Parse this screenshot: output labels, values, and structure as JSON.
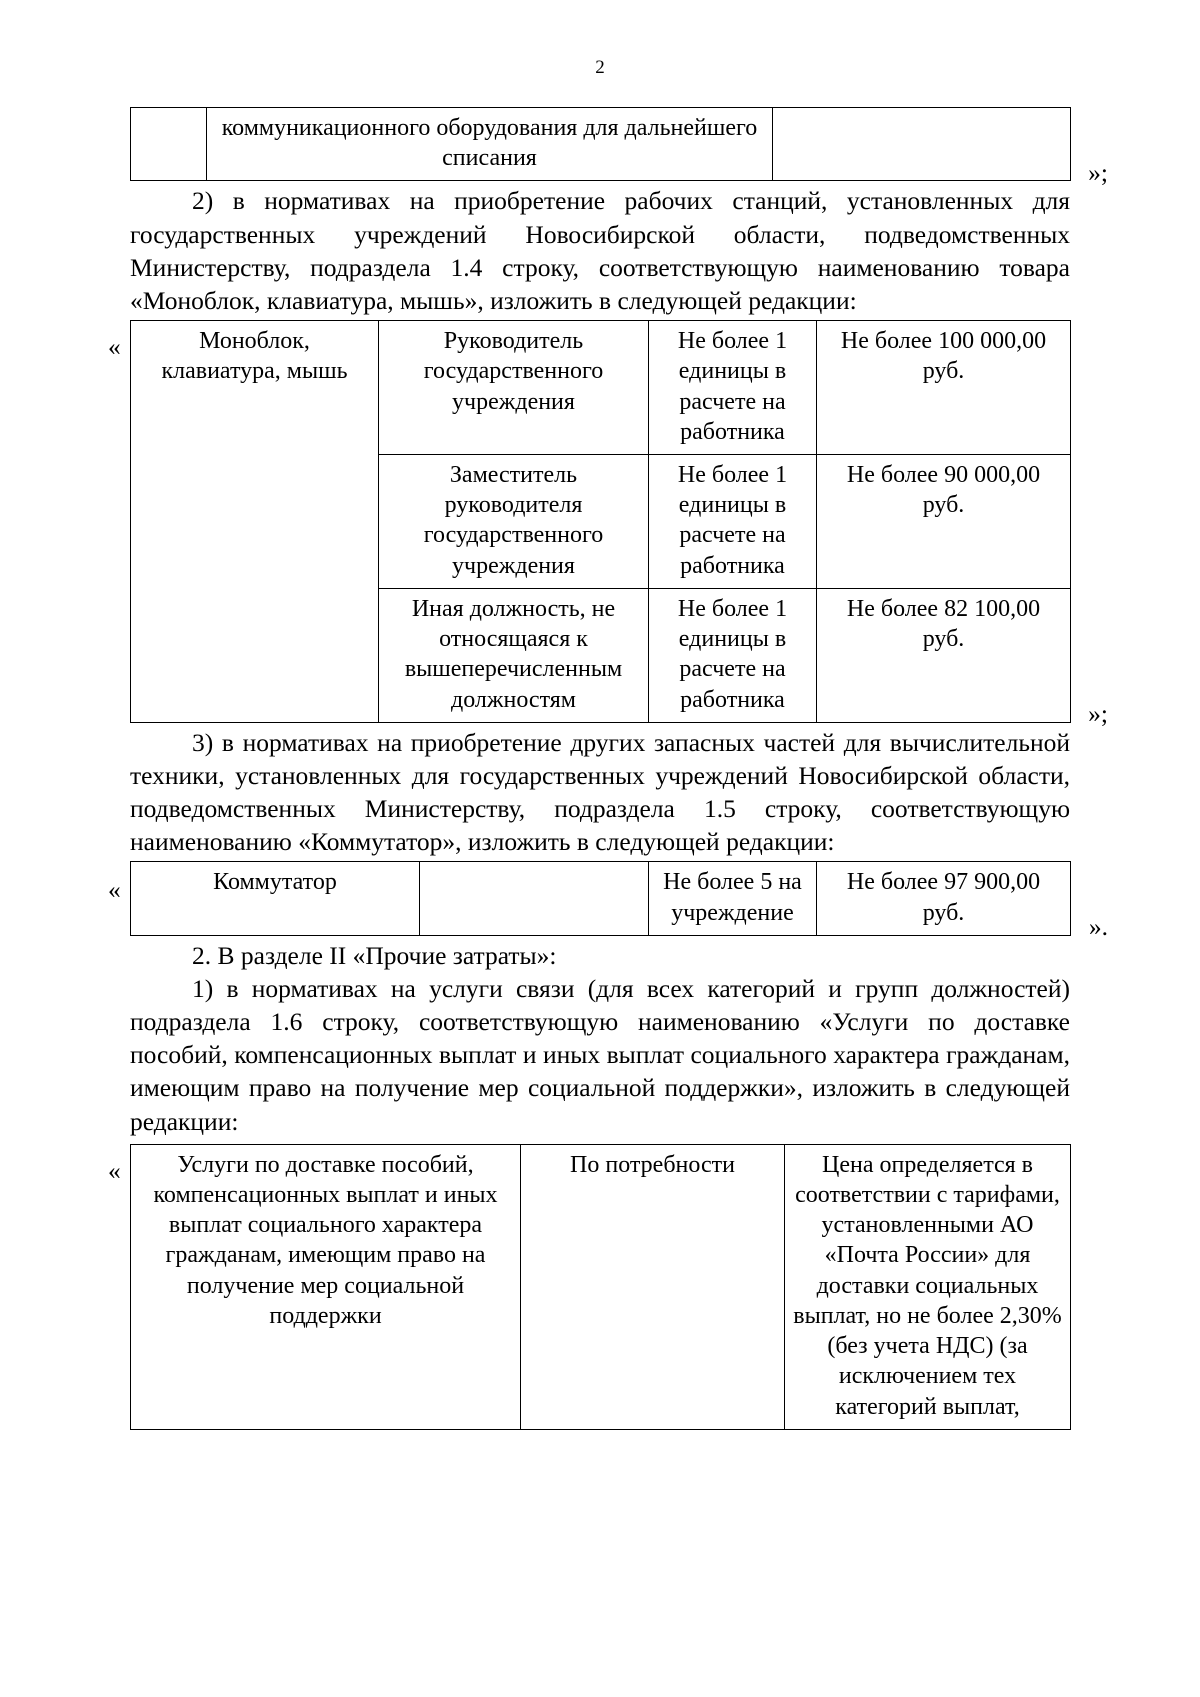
{
  "page": {
    "number": "2"
  },
  "table1": {
    "guillemet_right": "»;",
    "rows": [
      {
        "col1": "",
        "col2": "коммуникационного оборудования для дальнейшего списания",
        "col3": ""
      }
    ]
  },
  "paragraph1": "2) в нормативах на приобретение рабочих станций, установленных для государственных учреждений Новосибирской области, подведомственных Министерству, подраздела 1.4 строку, соответствующую наименованию товара «Моноблок, клавиатура, мышь», изложить в следующей редакции:",
  "table2": {
    "guillemet_left": "«",
    "guillemet_right": "»;",
    "item_name": "Моноблок, клавиатура, мышь",
    "rows": [
      {
        "position": "Руководитель государственного учреждения",
        "quantity": "Не более 1 единицы в расчете на работника",
        "price": "Не более 100 000,00 руб."
      },
      {
        "position": "Заместитель руководителя государственного учреждения",
        "quantity": "Не более 1 единицы в расчете на работника",
        "price": "Не более 90 000,00 руб."
      },
      {
        "position": "Иная должность, не относящаяся к вышеперечисленным должностям",
        "quantity": "Не более 1 единицы в расчете на работника",
        "price": "Не более 82 100,00 руб."
      }
    ]
  },
  "paragraph2": "3) в нормативах на приобретение других запасных частей для вычислительной техники, установленных для государственных учреждений Новосибирской области, подведомственных Министерству, подраздела 1.5 строку, соответствующую наименованию «Коммутатор», изложить в следующей редакции:",
  "table3": {
    "guillemet_left": "«",
    "guillemet_right": "».",
    "rows": [
      {
        "col1": "Коммутатор",
        "col2": "",
        "col3": "Не более 5 на учреждение",
        "col4": "Не более 97 900,00 руб."
      }
    ]
  },
  "paragraph3": "2. В разделе II «Прочие затраты»:",
  "paragraph4": "1) в нормативах на услуги связи (для всех категорий и групп должностей) подраздела 1.6 строку, соответствующую наименованию «Услуги по доставке пособий, компенсационных выплат и иных выплат социального характера гражданам, имеющим право на получение мер социальной поддержки», изложить в следующей редакции:",
  "table4": {
    "guillemet_left": "«",
    "rows": [
      {
        "service": "Услуги по доставке пособий, компенсационных выплат и иных выплат социального характера гражданам, имеющим право на получение мер социальной поддержки",
        "quantity": "По потребности",
        "price": "Цена определяется в соответствии с тарифами, установленными АО «Почта России» для доставки социальных выплат, но не более 2,30% (без учета НДС) (за исключением тех категорий выплат,"
      }
    ]
  }
}
